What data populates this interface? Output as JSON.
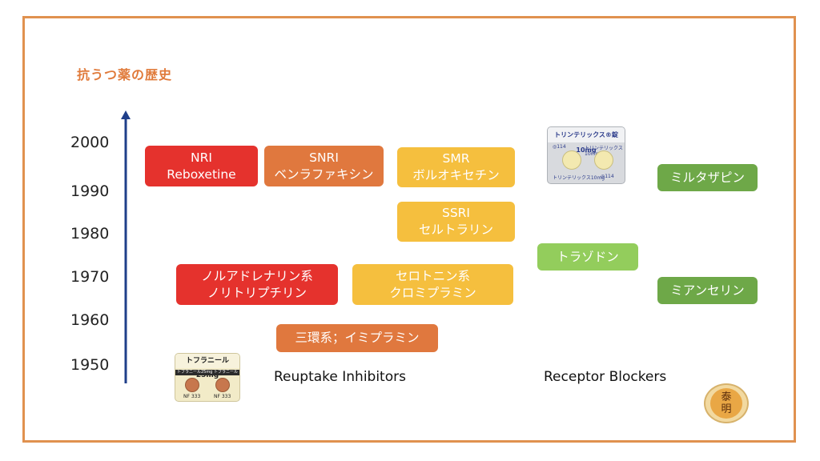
{
  "title": "抗うつ薬の歴史",
  "axis": {
    "years": [
      "2000",
      "1990",
      "1980",
      "1970",
      "1960",
      "1950"
    ],
    "color": "#1f3f8a"
  },
  "boxes": {
    "nri": {
      "line1": "NRI",
      "line2": "Reboxetine"
    },
    "snri": {
      "line1": "SNRI",
      "line2": "ベンラファキシン"
    },
    "smr": {
      "line1": "SMR",
      "line2": "ボルオキセチン"
    },
    "ssri": {
      "line1": "SSRI",
      "line2": "セルトラリン"
    },
    "noradrenaline": {
      "line1": "ノルアドレナリン系",
      "line2": "ノリトリプチリン"
    },
    "serotonin": {
      "line1": "セロトニン系",
      "line2": "クロミプラミン"
    },
    "tricyclic": {
      "line1": "三環系；イミプラミン"
    },
    "trazodone": {
      "line1": "トラゾドン"
    },
    "mirtazapine": {
      "line1": "ミルタザピン"
    },
    "mianserin": {
      "line1": "ミアンセリン"
    }
  },
  "groups": {
    "reuptake": "Reuptake Inhibitors",
    "receptor": "Receptor Blockers"
  },
  "packages": {
    "tofranil": {
      "name": "トフラニール25mg",
      "strip": "トフラニール25mg トフラニール25mg",
      "code": "NF 333"
    },
    "trintellix": {
      "name": "トリンテリックス®錠10mg",
      "code": "◎114",
      "label": "トリンテリックス10mg"
    }
  },
  "logo": {
    "line1": "泰",
    "line2": "明"
  },
  "colors": {
    "frame": "#e0914f",
    "title": "#e07a3a",
    "red": "#e5322d",
    "orange": "#e0783e",
    "yellow": "#f5bf3e",
    "light_green": "#93cd5c",
    "green": "#6ea848"
  }
}
